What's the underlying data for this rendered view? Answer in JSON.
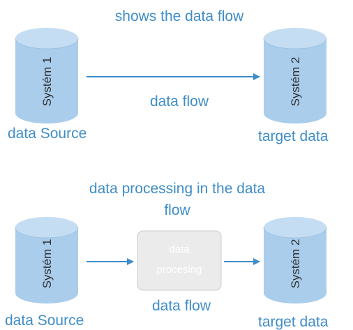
{
  "top": {
    "title": "shows the data flow",
    "source_system": "Systém 1",
    "target_system": "Systém 2",
    "flow_label": "data flow",
    "source_label": "data Source",
    "target_label": "target data"
  },
  "bottom": {
    "title_line1": "data processing in the data",
    "title_line2": "flow",
    "source_system": "Systém 1",
    "target_system": "Systém 2",
    "process_line1": "data",
    "process_line2": "procesing",
    "flow_label": "data flow",
    "source_label": "data Source",
    "target_label": "target data"
  },
  "colors": {
    "cylinder_fill": "#a9cdeb",
    "cylinder_top": "#c4ddf2",
    "arrow": "#3f8dc8",
    "text": "#3f8dc8",
    "process_fill": "#ebebeb",
    "process_stroke": "#cccccc"
  }
}
